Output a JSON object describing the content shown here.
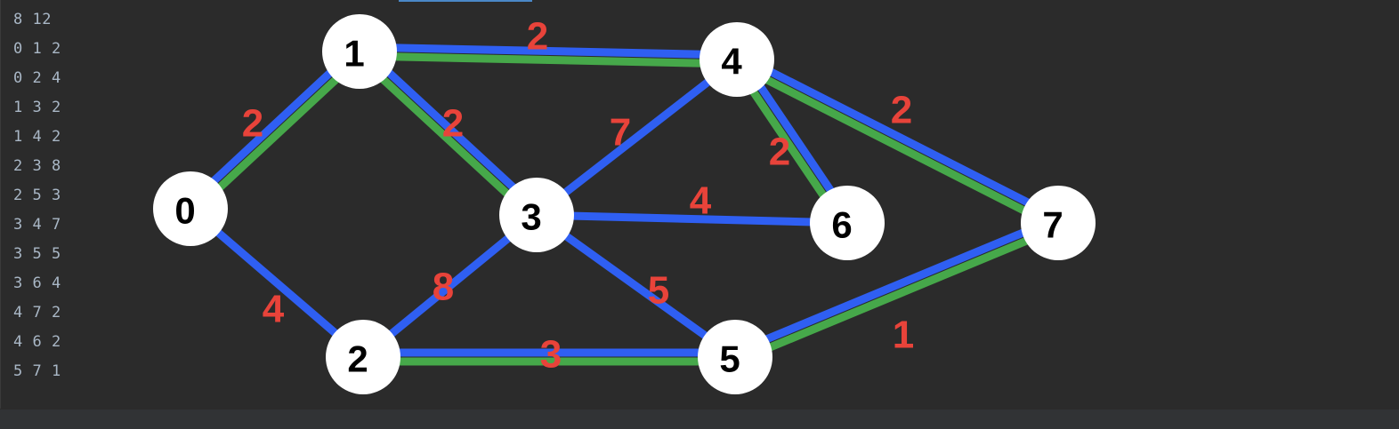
{
  "editor": {
    "lines": [
      "8 12",
      "0 1 2",
      "0 2 4",
      "1 3 2",
      "1 4 2",
      "2 3 8",
      "2 5 3",
      "3 4 7",
      "3 5 5",
      "3 6 4",
      "4 7 2",
      "4 6 2",
      "5 7 1"
    ]
  },
  "colors": {
    "background": "#2b2b2b",
    "edge": "#2f5ff2",
    "mst_edge": "#46a84a",
    "weight_label": "#e8433a",
    "node_fill": "#ffffff",
    "node_text": "#000000"
  },
  "graph": {
    "nodes": [
      {
        "id": "0",
        "label": "0"
      },
      {
        "id": "1",
        "label": "1"
      },
      {
        "id": "2",
        "label": "2"
      },
      {
        "id": "3",
        "label": "3"
      },
      {
        "id": "4",
        "label": "4"
      },
      {
        "id": "5",
        "label": "5"
      },
      {
        "id": "6",
        "label": "6"
      },
      {
        "id": "7",
        "label": "7"
      }
    ],
    "edges": [
      {
        "from": "0",
        "to": "1",
        "weight": "2",
        "mst": true
      },
      {
        "from": "0",
        "to": "2",
        "weight": "4",
        "mst": false
      },
      {
        "from": "1",
        "to": "3",
        "weight": "2",
        "mst": true
      },
      {
        "from": "1",
        "to": "4",
        "weight": "2",
        "mst": true
      },
      {
        "from": "2",
        "to": "3",
        "weight": "8",
        "mst": false
      },
      {
        "from": "2",
        "to": "5",
        "weight": "3",
        "mst": true
      },
      {
        "from": "3",
        "to": "4",
        "weight": "7",
        "mst": false
      },
      {
        "from": "3",
        "to": "5",
        "weight": "5",
        "mst": false
      },
      {
        "from": "3",
        "to": "6",
        "weight": "4",
        "mst": false
      },
      {
        "from": "4",
        "to": "7",
        "weight": "2",
        "mst": true
      },
      {
        "from": "4",
        "to": "6",
        "weight": "2",
        "mst": true
      },
      {
        "from": "5",
        "to": "7",
        "weight": "1",
        "mst": true
      }
    ]
  }
}
